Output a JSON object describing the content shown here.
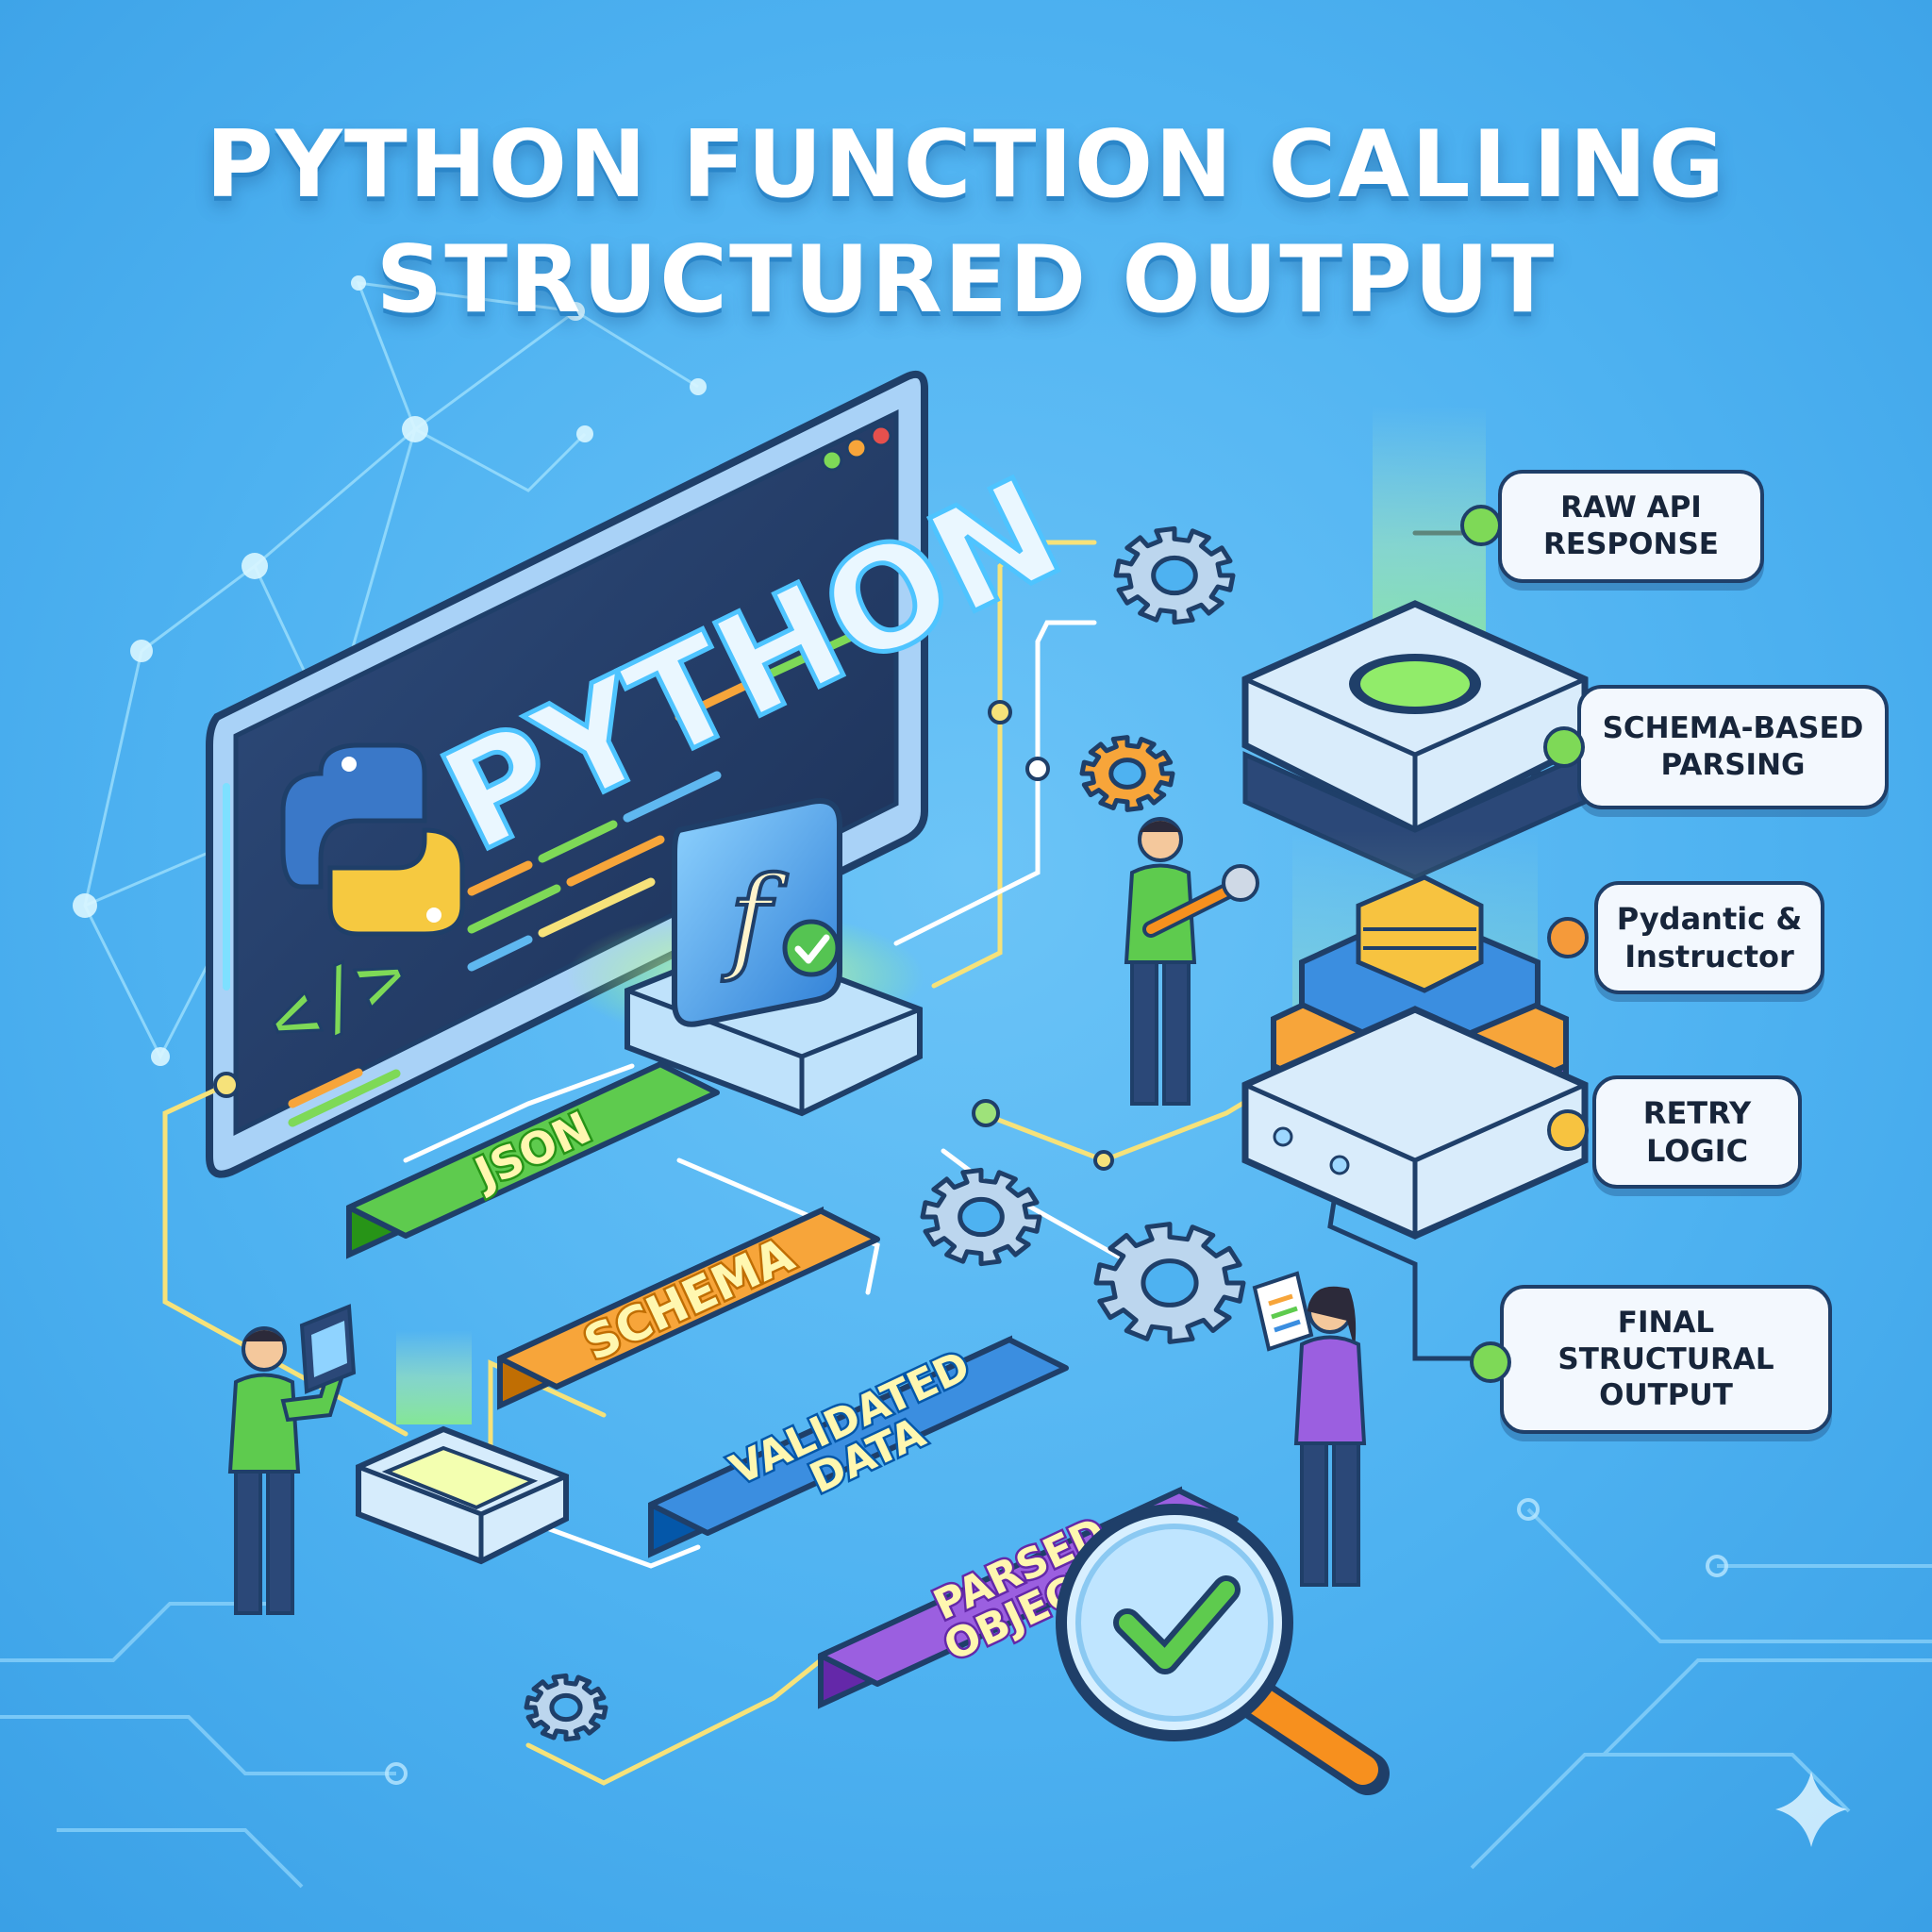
{
  "title": {
    "line1": "PYTHON FUNCTION CALLING",
    "line2": "STRUCTURED OUTPUT"
  },
  "screen": {
    "word": "PYTHON",
    "code_tag": "</>",
    "function_glyph": "f"
  },
  "blocks": [
    {
      "label_lines": [
        "JSON"
      ],
      "color": "#5ecb4e"
    },
    {
      "label_lines": [
        "SCHEMA"
      ],
      "color": "#f7a53a"
    },
    {
      "label_lines": [
        "VALIDATED",
        "DATA"
      ],
      "color": "#3b8ee0"
    },
    {
      "label_lines": [
        "PARSED",
        "OBJECTS"
      ],
      "color": "#9b5fe0"
    }
  ],
  "callouts": [
    {
      "lines": [
        "RAW API",
        "RESPONSE"
      ],
      "dot_color": "#7ed957"
    },
    {
      "lines": [
        "SCHEMA-BASED",
        "PARSING"
      ],
      "dot_color": "#7ed957"
    },
    {
      "lines": [
        "Pydantic &",
        "Instructor"
      ],
      "dot_color": "#f59a3a"
    },
    {
      "lines": [
        "RETRY",
        "LOGIC"
      ],
      "dot_color": "#f7c340"
    },
    {
      "lines": [
        "FINAL",
        "STRUCTURAL",
        "OUTPUT"
      ],
      "dot_color": "#7ed957"
    }
  ],
  "colors": {
    "background": "#4eb2f1",
    "outline": "#1f3f69",
    "connector": "#f6e27a",
    "glow": "#b8ff7a"
  },
  "icons": [
    "python-logo-icon",
    "code-tag-icon",
    "function-icon",
    "check-icon",
    "gear-icon",
    "wrench-icon",
    "laptop-icon",
    "document-icon",
    "magnifier-check-icon"
  ]
}
